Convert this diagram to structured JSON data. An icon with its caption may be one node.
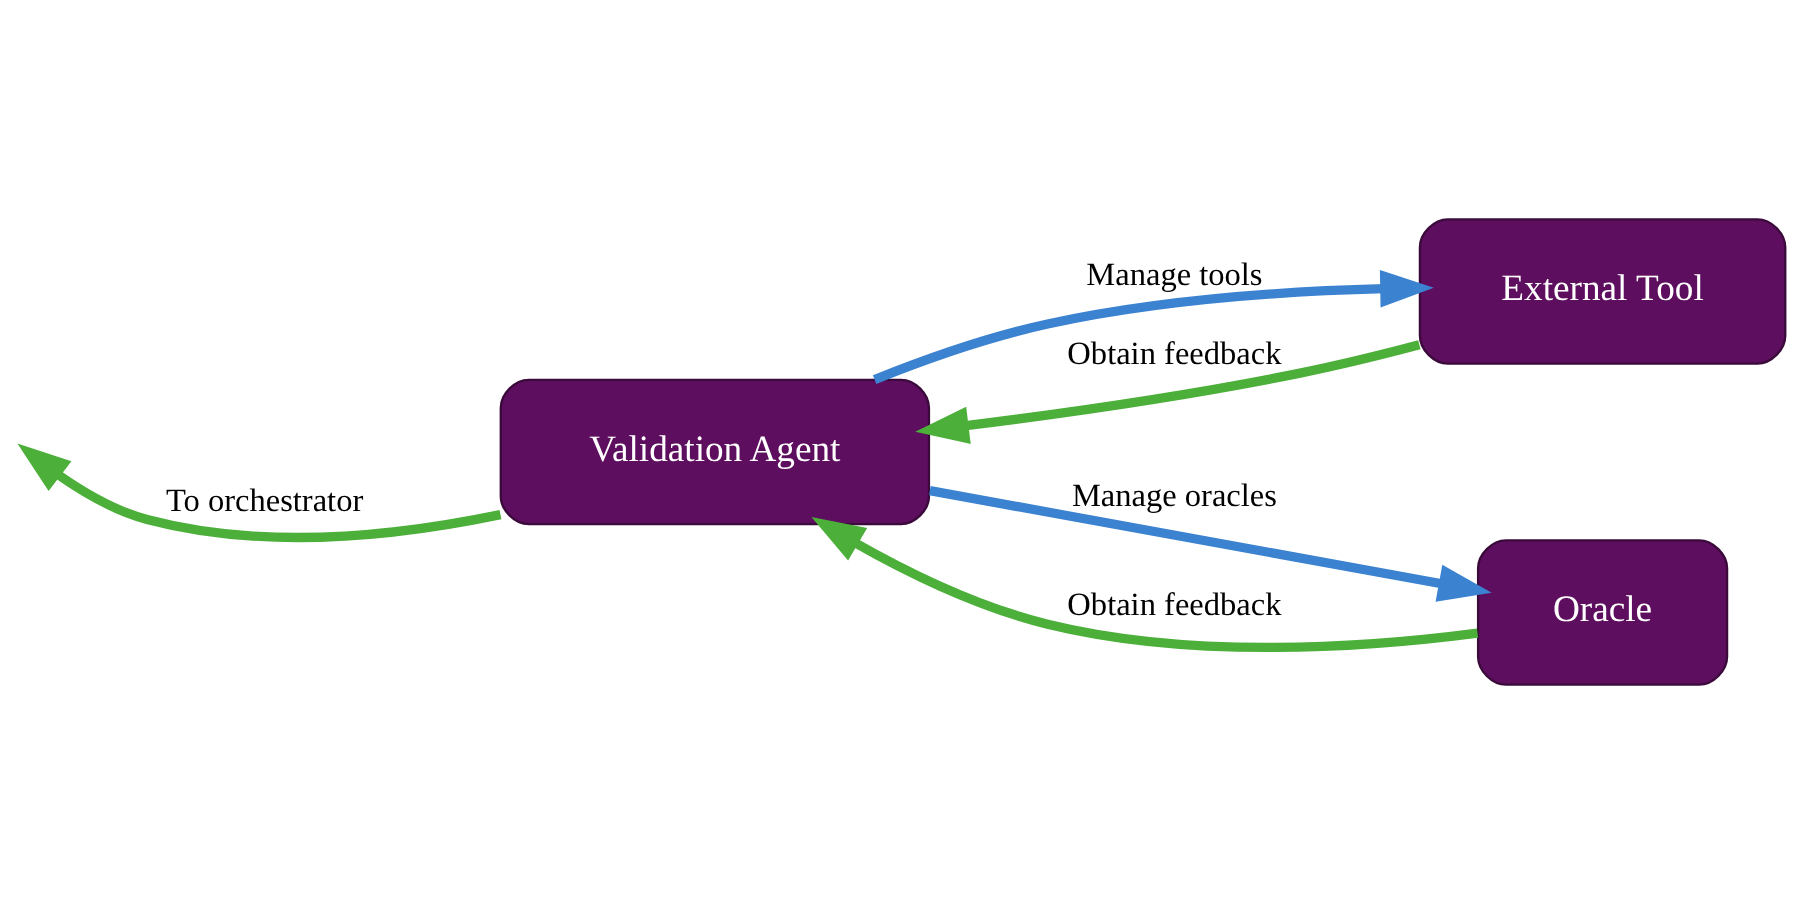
{
  "diagram": {
    "nodes": [
      {
        "text": [
          "Validation Agent"
        ]
      },
      {
        "text": [
          "External Tool"
        ]
      },
      {
        "text": [
          "Oracle"
        ]
      }
    ],
    "edges": [
      {
        "from": 1,
        "to": 0,
        "arrow": "to",
        "label": "Obtain feedback"
      },
      {
        "from": 0,
        "to": 1,
        "arrow": "to",
        "label": "Manage tools",
        "color": "#3b82d1"
      },
      {
        "from": 0,
        "to": 2,
        "arrow": "to",
        "label": "Manage oracles",
        "color": "#3b82d1"
      },
      {
        "from": 2,
        "to": 0,
        "arrow": "to",
        "label": "Obtain feedback"
      },
      {
        "from": 0,
        "to": null,
        "arrow": "to",
        "label": "To orchestrator"
      }
    ]
  }
}
